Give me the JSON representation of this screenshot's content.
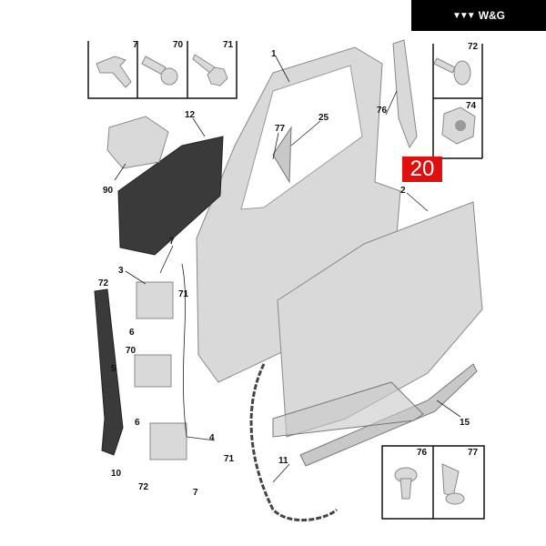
{
  "brand": {
    "logo_mark": "▼▼▼",
    "name": "W&G"
  },
  "highlight_badge": {
    "label": "20",
    "color": "#e01010"
  },
  "inset_boxes_top_left": [
    {
      "label": "7",
      "part": "clip"
    },
    {
      "label": "70",
      "part": "screw"
    },
    {
      "label": "71",
      "part": "self-tapping-screw"
    }
  ],
  "inset_boxes_top_right": [
    {
      "label": "72",
      "part": "bolt-with-washer"
    },
    {
      "label": "74",
      "part": "flange-nut"
    }
  ],
  "inset_boxes_bottom_right": [
    {
      "label": "76",
      "part": "push-clip"
    },
    {
      "label": "77",
      "part": "screw"
    }
  ],
  "callouts": {
    "door_frame": "1",
    "door_skin": "2",
    "upper_hinge": "3",
    "lower_hinge": "4",
    "check_strap": "5",
    "hinge_pin_upper": "6",
    "hinge_pin_lower": "6",
    "clip_upper": "7",
    "clip_lower": "7",
    "pillar_trim": "10",
    "weatherstrip": "11",
    "inner_panel": "12",
    "sill_moulding": "15",
    "triangle_trim": "25",
    "screw_70": "70",
    "screw_71_upper": "71",
    "screw_71_lower": "71",
    "bolt_72_upper": "72",
    "bolt_72_lower": "72",
    "clip_76": "76",
    "screw_77": "77",
    "module": "90"
  }
}
